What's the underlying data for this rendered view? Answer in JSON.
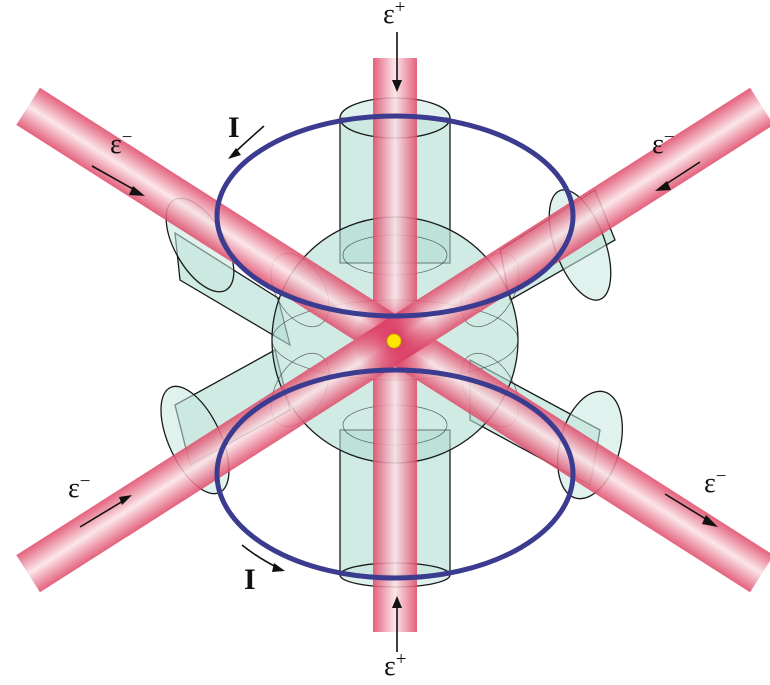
{
  "diagram": {
    "labels": {
      "positron_top": "ε",
      "positron_top_sup": "+",
      "positron_bottom": "ε",
      "positron_bottom_sup": "+",
      "electron_upper_left": "ε",
      "electron_upper_left_sup": "−",
      "electron_upper_right": "ε",
      "electron_upper_right_sup": "−",
      "electron_lower_left": "ε",
      "electron_lower_left_sup": "−",
      "electron_lower_right": "ε",
      "electron_lower_right_sup": "−",
      "current_upper": "I",
      "current_lower": "I"
    },
    "colors": {
      "beam": "#e8627c",
      "beam_core": "#fbe3e8",
      "coil": "#3b3b8f",
      "chamber": "#b3ddd3",
      "trapped_particle": "#ffe600"
    }
  }
}
